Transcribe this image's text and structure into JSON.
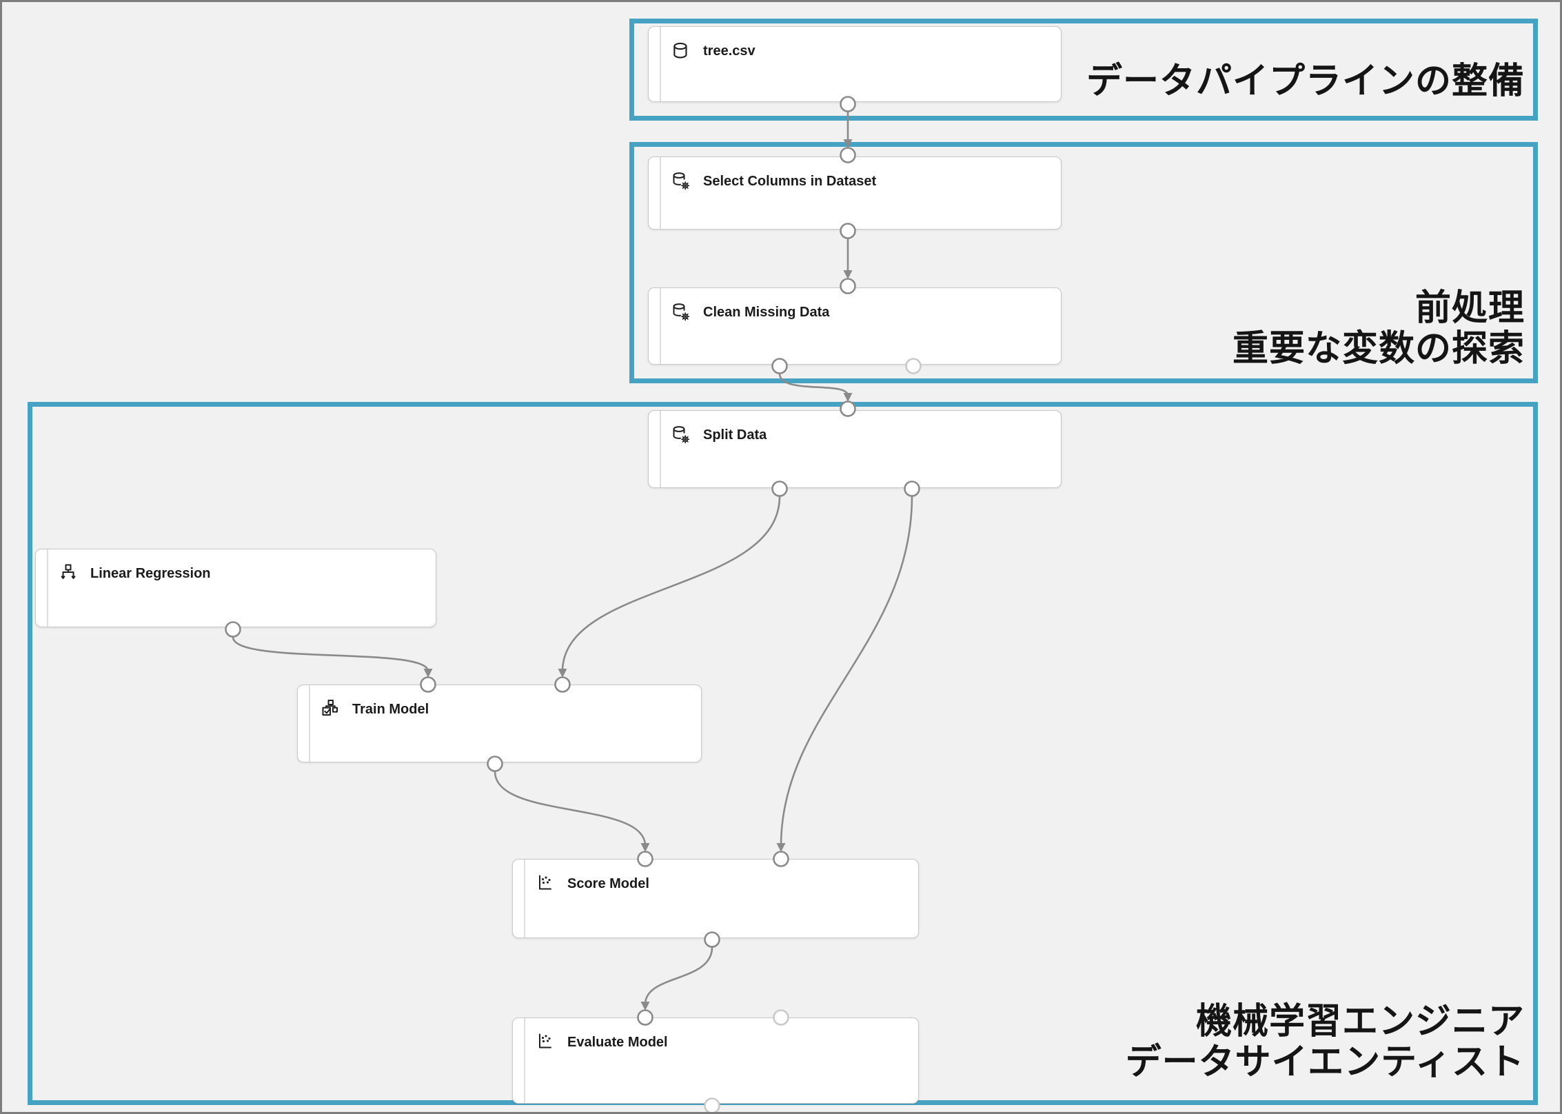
{
  "colors": {
    "group_border": "#45a2c2",
    "connector": "#8a8a8a",
    "port_connected": "#8a8a8a",
    "port_open": "#c9c9c9",
    "canvas_bg": "#f1f1f2",
    "node_border": "#c9c9c9",
    "frame_border": "#7e7e7e"
  },
  "groups": [
    {
      "name": "data-pipeline-group",
      "lines": [
        "データパイプラインの整備"
      ]
    },
    {
      "name": "preprocessing-group",
      "lines": [
        "前処理",
        "重要な変数の探索"
      ]
    },
    {
      "name": "machine-learning-group",
      "lines": [
        "機械学習エンジニア",
        "データサイエンティスト"
      ]
    }
  ],
  "nodes": [
    {
      "label": "tree.csv",
      "icon": "dataset-cylinder-icon"
    },
    {
      "label": "Select Columns in Dataset",
      "icon": "database-gear-icon"
    },
    {
      "label": "Clean Missing Data",
      "icon": "database-gear-icon"
    },
    {
      "label": "Split Data",
      "icon": "database-gear-icon"
    },
    {
      "label": "Linear Regression",
      "icon": "algorithm-tree-icon"
    },
    {
      "label": "Train Model",
      "icon": "train-model-icon"
    },
    {
      "label": "Score Model",
      "icon": "scatter-chart-icon"
    },
    {
      "label": "Evaluate Model",
      "icon": "scatter-chart-icon"
    }
  ]
}
